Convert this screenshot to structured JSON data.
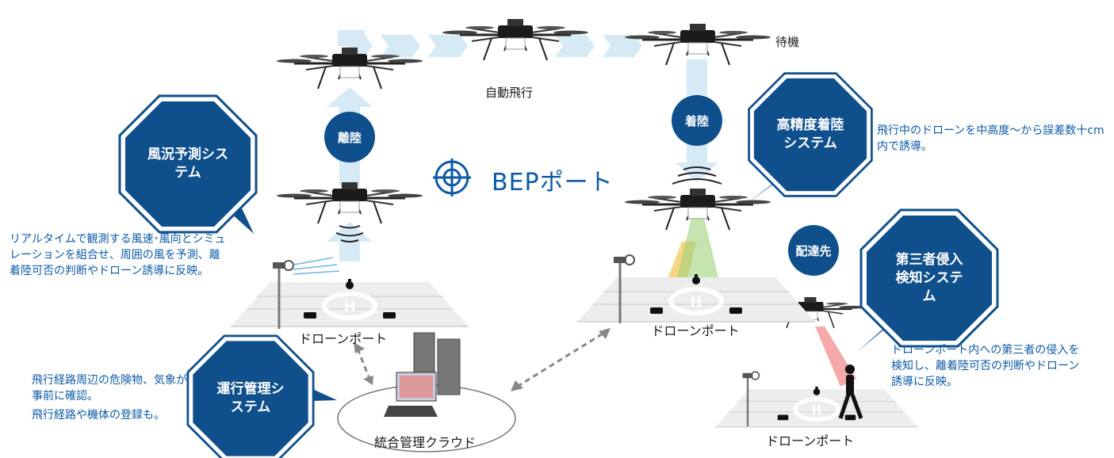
{
  "labels": {
    "standby": "待機",
    "auto_flight": "自動飛行",
    "takeoff": "離陸",
    "landing": "着陸",
    "delivery": "配達先",
    "logo": "BEPポート",
    "port_left": "ドローンポート",
    "port_center": "ドローンポート",
    "port_right": "ドローンポート",
    "cloud": "統合管理クラウド"
  },
  "systems": {
    "wind": {
      "title": "風況予測システム",
      "desc": "リアルタイムで観測する風速･風向とシミュレーションを組合せ、周囲の風を予測、離着陸可否の判断やドローン誘導に反映。"
    },
    "precision": {
      "title": "高精度着陸システム",
      "desc": "飛行中のドローンを中高度～から誤差数十cm内で誘導。"
    },
    "intrusion": {
      "title": "第三者侵入検知システム",
      "desc": "ドローンポート内への第三者の侵入を検知し、離着陸可否の判断やドローン誘導に反映。"
    },
    "operation": {
      "title": "運行管理システム",
      "desc1": "飛行経路周辺の危険物、気象が事前に確認。",
      "desc2": "飛行経路や機体の登録も。"
    }
  },
  "colors": {
    "navy": "#0f4f8c",
    "text_blue": "#0d5aa6",
    "arrow": "#d6eaf6"
  }
}
